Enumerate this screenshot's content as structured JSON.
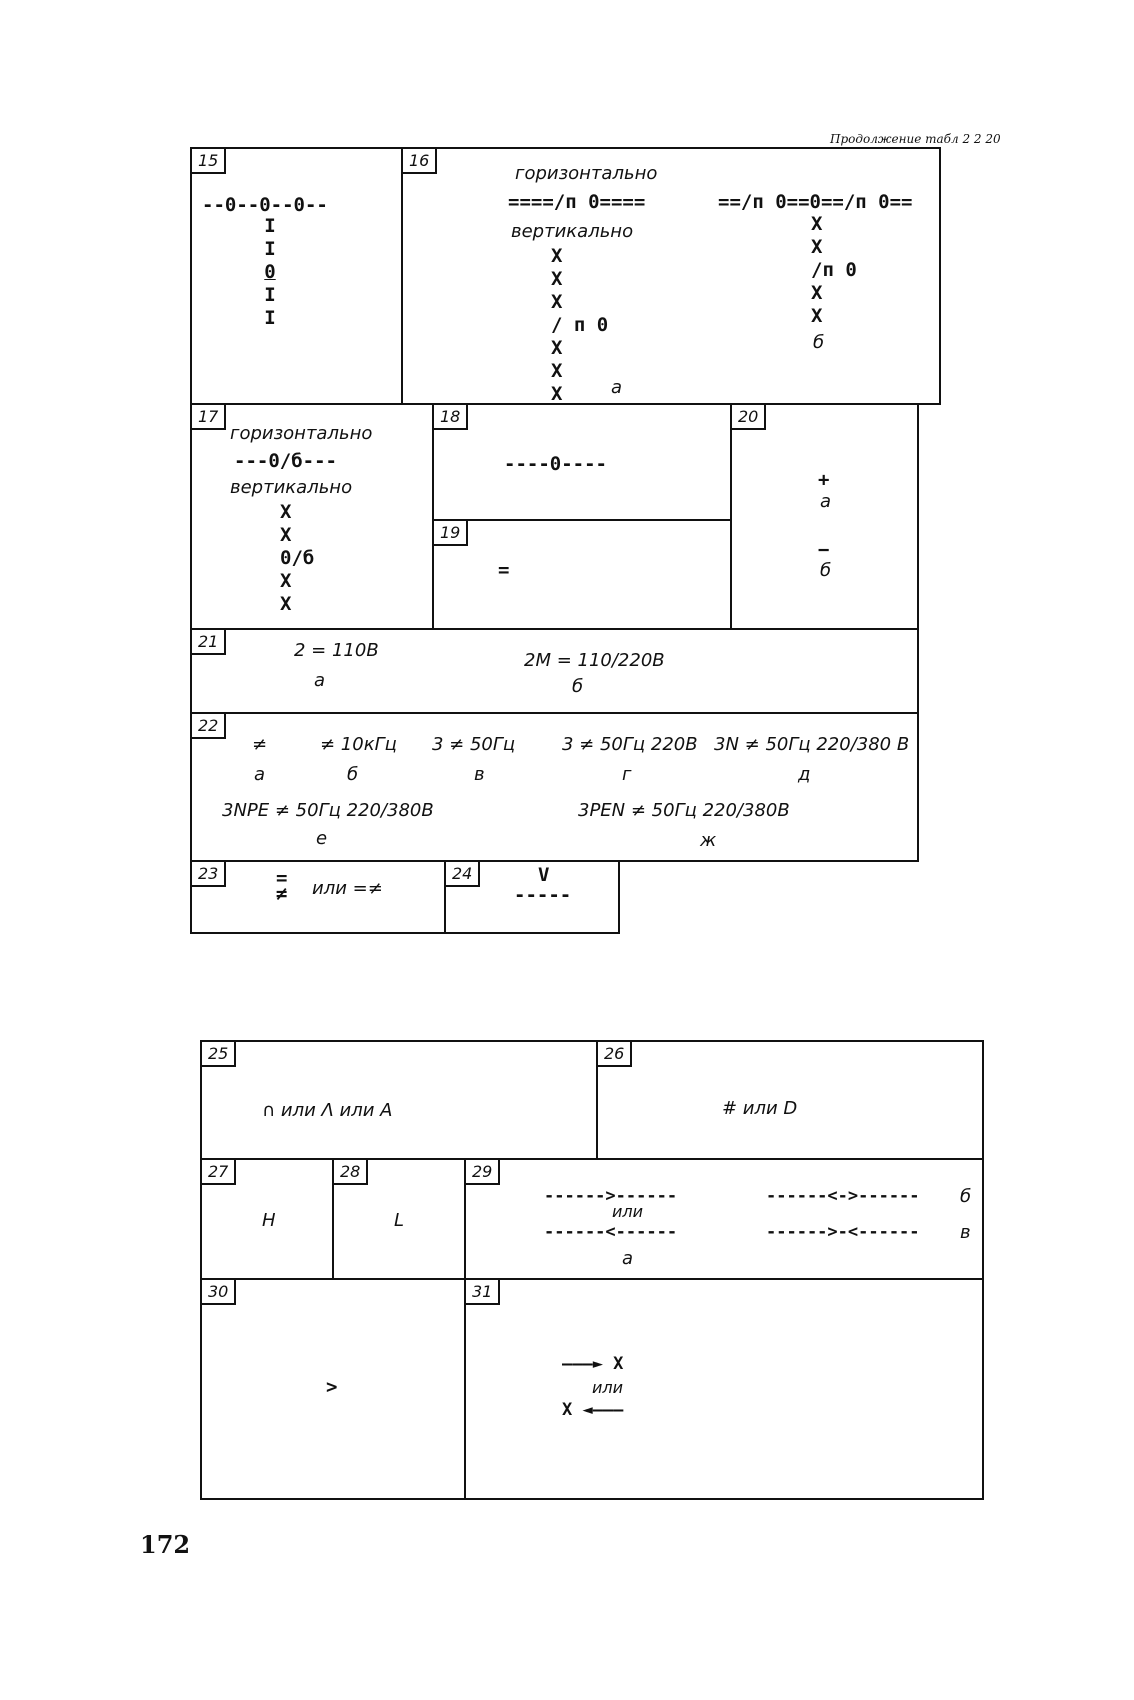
{
  "header": {
    "caption": "Продолжение табл 2 2 20"
  },
  "table": {
    "c15": {
      "num": "15",
      "row": "--0--0--0--",
      "col": [
        "I",
        "I",
        "0",
        "I",
        "I"
      ]
    },
    "c16": {
      "num": "16",
      "horiz_label": "горизонтально",
      "a_row": "====/п 0====",
      "vert_label": "вертикально",
      "a_col": [
        "X",
        "X",
        "X",
        "/ п 0",
        "X",
        "X",
        "X"
      ],
      "a_label": "а",
      "b_row": "==/п 0==0==/п 0==",
      "b_col": [
        "X",
        "X",
        "/п 0",
        "X",
        "X"
      ],
      "b_label": "б"
    },
    "c17": {
      "num": "17",
      "horiz_label": "горизонтально",
      "row": "---0/б---",
      "vert_label": "вертикально",
      "col": [
        "X",
        "X",
        "0/б",
        "X",
        "X"
      ]
    },
    "c18": {
      "num": "18",
      "row": "----0----"
    },
    "c19": {
      "num": "19",
      "sym": "="
    },
    "c20": {
      "num": "20",
      "plus": "+",
      "a": "а",
      "minus": "−",
      "b": "б"
    },
    "c21": {
      "num": "21",
      "a_text": "2 = 110В",
      "a_label": "а",
      "b_text": "2М = 110/220В",
      "b_label": "б"
    },
    "c22": {
      "num": "22",
      "items": [
        {
          "text": "≠",
          "label": "а"
        },
        {
          "text": "≠ 10кГц",
          "label": "б"
        },
        {
          "text": "3 ≠ 50Гц",
          "label": "в"
        },
        {
          "text": "3 ≠ 50Гц 220В",
          "label": "г"
        },
        {
          "text": "3N ≠ 50Гц 220/380 В",
          "label": "д"
        },
        {
          "text": "3NPE ≠ 50Гц 220/380В",
          "label": "е"
        },
        {
          "text": "3PEN ≠ 50Гц 220/380В",
          "label": "ж"
        }
      ]
    },
    "c23": {
      "num": "23",
      "text": "или =≠"
    },
    "c24": {
      "num": "24",
      "v": "V",
      "dash": "-----"
    }
  },
  "table2": {
    "c25": {
      "num": "25",
      "text": "∩ или Λ или A"
    },
    "c26": {
      "num": "26",
      "text": "# или D"
    },
    "c27": {
      "num": "27",
      "text": "Н"
    },
    "c28": {
      "num": "28",
      "text": "L"
    },
    "c29": {
      "num": "29",
      "a_top": "------>------",
      "ili": "или",
      "a_bottom": "------<------",
      "a_label": "а",
      "b_line": "------<->------",
      "b_label": "б",
      "v_line": "------>-<------",
      "v_label": "в"
    },
    "c30": {
      "num": "30",
      "text": ">"
    },
    "c31": {
      "num": "31",
      "top": "———► X",
      "ili": "или",
      "bottom": "X ◄———"
    }
  },
  "footer": {
    "page_number": "172"
  }
}
